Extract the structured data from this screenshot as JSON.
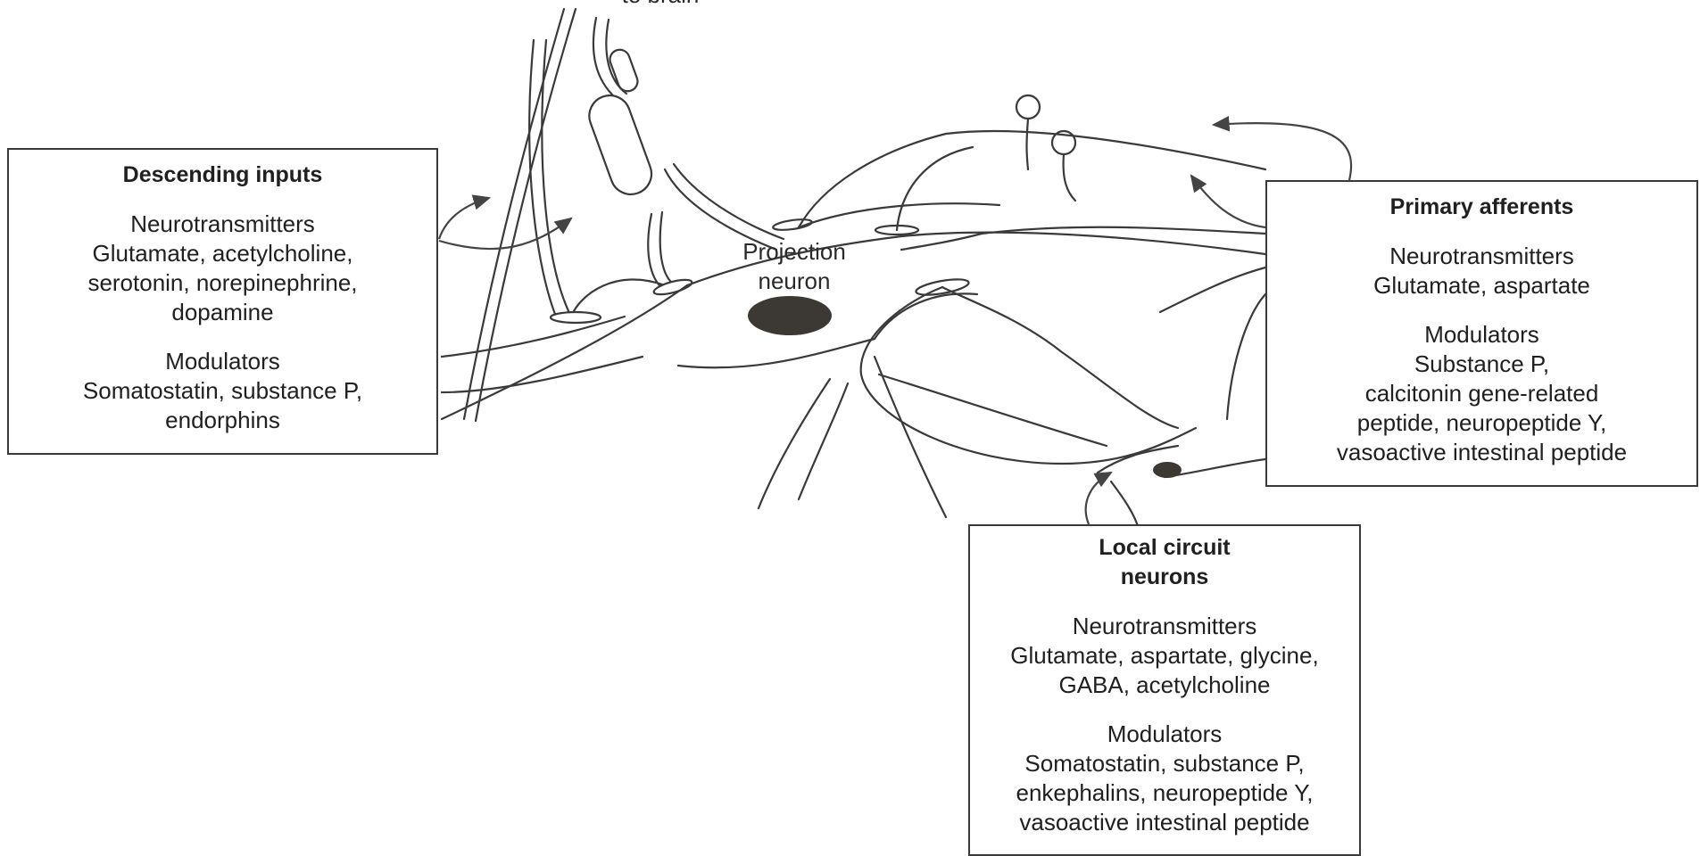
{
  "colors": {
    "ink": "#2e2e2e",
    "nucleus": "#3c3833",
    "background": "#ffffff"
  },
  "labels": {
    "to_brain": "to brain",
    "projection_neuron": "Projection\nneuron"
  },
  "descending": {
    "title": "Descending inputs",
    "nt_head": "Neurotransmitters",
    "nt_body": "Glutamate, acetylcholine,\nserotonin, norepinephrine,\ndopamine",
    "mod_head": "Modulators",
    "mod_body": "Somatostatin, substance P,\nendorphins"
  },
  "primary": {
    "title": "Primary afferents",
    "nt_head": "Neurotransmitters",
    "nt_body": "Glutamate, aspartate",
    "mod_head": "Modulators",
    "mod_body": "Substance P,\ncalcitonin gene-related\npeptide, neuropeptide Y,\nvasoactive intestinal peptide"
  },
  "local": {
    "title": "Local circuit\nneurons",
    "nt_head": "Neurotransmitters",
    "nt_body": "Glutamate, aspartate, glycine,\nGABA, acetylcholine",
    "mod_head": "Modulators",
    "mod_body": "Somatostatin, substance P,\nenkephalins, neuropeptide Y,\nvasoactive intestinal peptide"
  }
}
